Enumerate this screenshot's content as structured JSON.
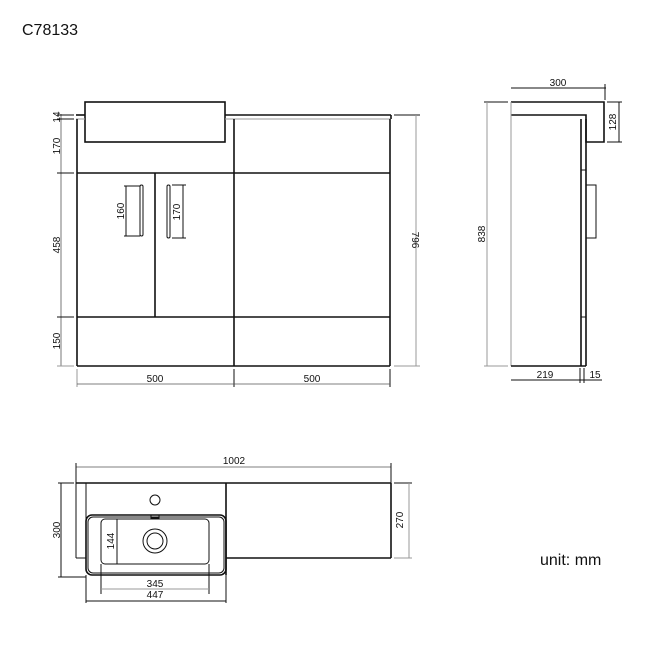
{
  "header": {
    "model_code": "C78133"
  },
  "footer": {
    "unit_label": "unit: mm"
  },
  "front_view": {
    "height_dims": {
      "basin_lip": "14",
      "top_section": "170",
      "door_section": "458",
      "plinth": "150"
    },
    "handle_dims": {
      "left_handle": "160",
      "right_handle": "170"
    },
    "total_height": "796",
    "width_dims": {
      "left_unit": "500",
      "right_unit": "500"
    }
  },
  "side_view": {
    "depth": "300",
    "basin_height": "128",
    "total_height": "838",
    "cabinet_depth": "219",
    "door_thickness": "15"
  },
  "top_view": {
    "total_width": "1002",
    "basin_depth": "300",
    "worktop_depth": "270",
    "bowl_depth": "144",
    "bowl_width": "345",
    "basin_width": "447"
  }
}
